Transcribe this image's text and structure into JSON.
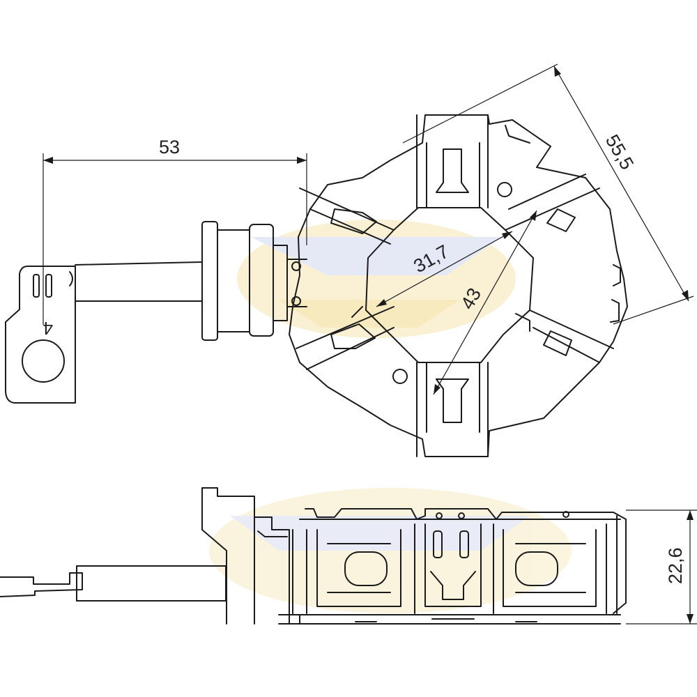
{
  "dimensions": {
    "overall_length": "53",
    "outer_diameter": "55,5",
    "inner_width": "31,7",
    "inner_diagonal": "43",
    "height": "22,6",
    "terminal_hole": "4"
  },
  "colors": {
    "line": "#1a1a1a",
    "watermark": "#f3e2a6",
    "watermark_blue": "#c9d3ea"
  }
}
